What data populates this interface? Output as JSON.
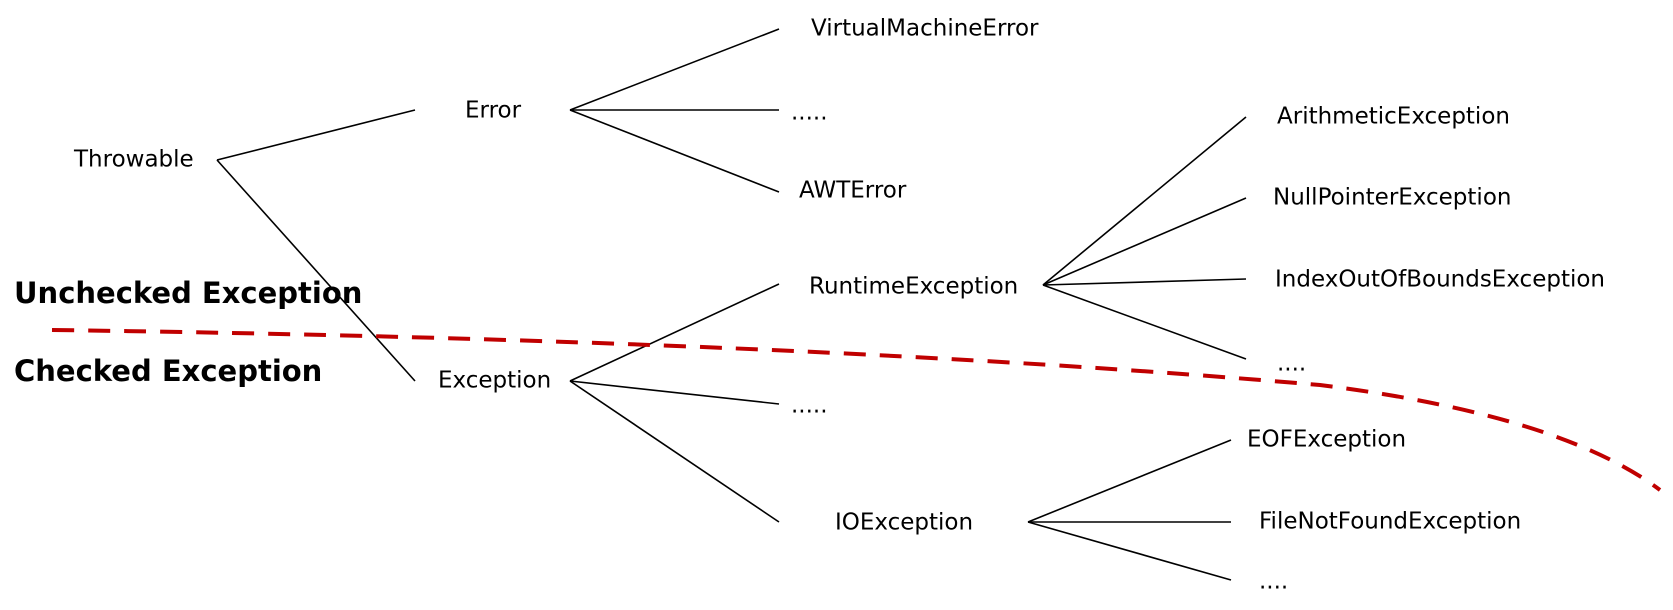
{
  "colors": {
    "edge": "#000000",
    "boundary": "#c00000",
    "text": "#000000",
    "background": "#ffffff"
  },
  "regions": {
    "unchecked": "Unchecked Exception",
    "checked": "Checked Exception"
  },
  "nodes": {
    "throwable": "Throwable",
    "error": "Error",
    "exception": "Exception",
    "virtual_machine_error": "VirtualMachineError",
    "error_more": ".....",
    "awt_error": "AWTError",
    "runtime_exception": "RuntimeException",
    "exception_more": ".....",
    "io_exception": "IOException",
    "arithmetic_exception": "ArithmeticException",
    "null_pointer_exception": "NullPointerException",
    "index_out_of_bounds_exception": "IndexOutOfBoundsException",
    "runtime_more": "....",
    "eof_exception": "EOFException",
    "file_not_found_exception": "FileNotFoundException",
    "io_more": "...."
  },
  "edges": [
    [
      "throwable",
      "error"
    ],
    [
      "throwable",
      "exception"
    ],
    [
      "error",
      "virtual_machine_error"
    ],
    [
      "error",
      "error_more"
    ],
    [
      "error",
      "awt_error"
    ],
    [
      "exception",
      "runtime_exception"
    ],
    [
      "exception",
      "exception_more"
    ],
    [
      "exception",
      "io_exception"
    ],
    [
      "runtime_exception",
      "arithmetic_exception"
    ],
    [
      "runtime_exception",
      "null_pointer_exception"
    ],
    [
      "runtime_exception",
      "index_out_of_bounds_exception"
    ],
    [
      "runtime_exception",
      "runtime_more"
    ],
    [
      "io_exception",
      "eof_exception"
    ],
    [
      "io_exception",
      "file_not_found_exception"
    ],
    [
      "io_exception",
      "io_more"
    ]
  ]
}
